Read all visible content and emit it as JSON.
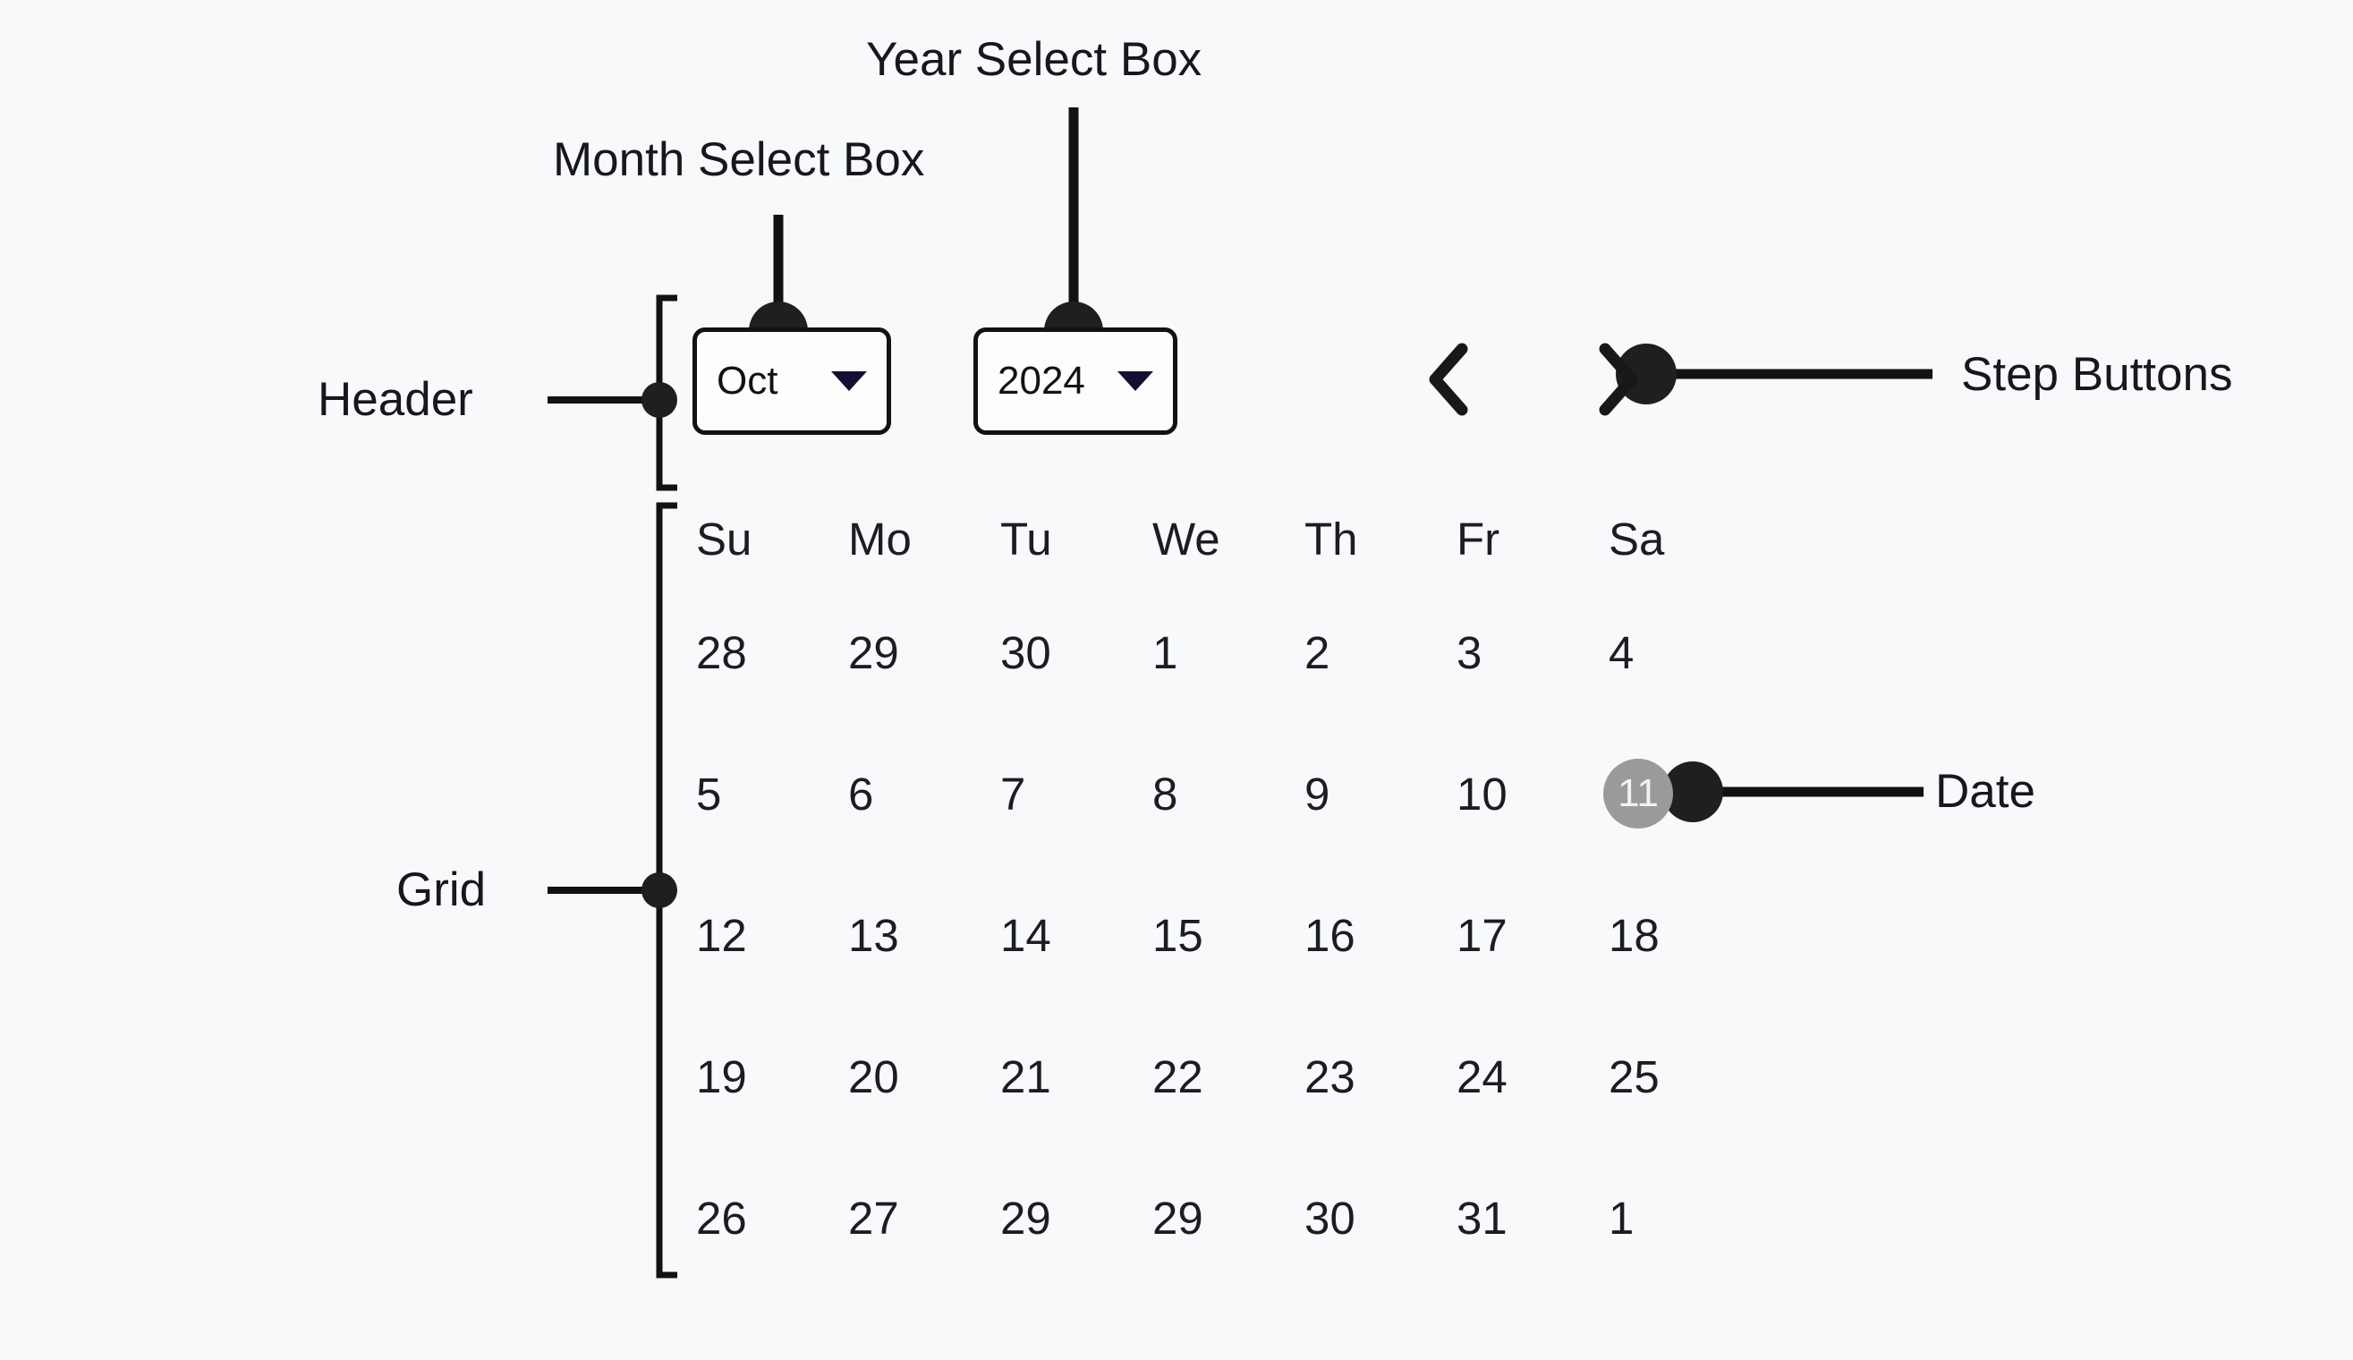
{
  "theme": {
    "background": "#f7f9fb",
    "ink": "#121212",
    "text": "#1b1d21",
    "caret": "#160d33",
    "selected_bg": "#9a9a9a",
    "selected_text": "#f2f2f2"
  },
  "annotations": {
    "month_select_box": "Month Select Box",
    "year_select_box": "Year Select Box",
    "step_buttons": "Step Buttons",
    "header": "Header",
    "grid": "Grid",
    "date": "Date"
  },
  "calendar": {
    "header": {
      "month_select": {
        "value": "Oct",
        "caret_icon": "chevron-down-icon"
      },
      "year_select": {
        "value": "2024",
        "caret_icon": "chevron-down-icon"
      },
      "prev_button": {
        "icon": "chevron-left-icon",
        "label": "Previous"
      },
      "next_button": {
        "icon": "chevron-right-icon",
        "label": "Next"
      }
    },
    "grid": {
      "weekdays": [
        "Su",
        "Mo",
        "Tu",
        "We",
        "Th",
        "Fr",
        "Sa"
      ],
      "selected_day": "11",
      "weeks": [
        [
          "28",
          "29",
          "30",
          "1",
          "2",
          "3",
          "4"
        ],
        [
          "5",
          "6",
          "7",
          "8",
          "9",
          "10",
          "11"
        ],
        [
          "12",
          "13",
          "14",
          "15",
          "16",
          "17",
          "18"
        ],
        [
          "19",
          "20",
          "21",
          "22",
          "23",
          "24",
          "25"
        ],
        [
          "26",
          "27",
          "29",
          "29",
          "30",
          "31",
          "1"
        ]
      ]
    }
  }
}
